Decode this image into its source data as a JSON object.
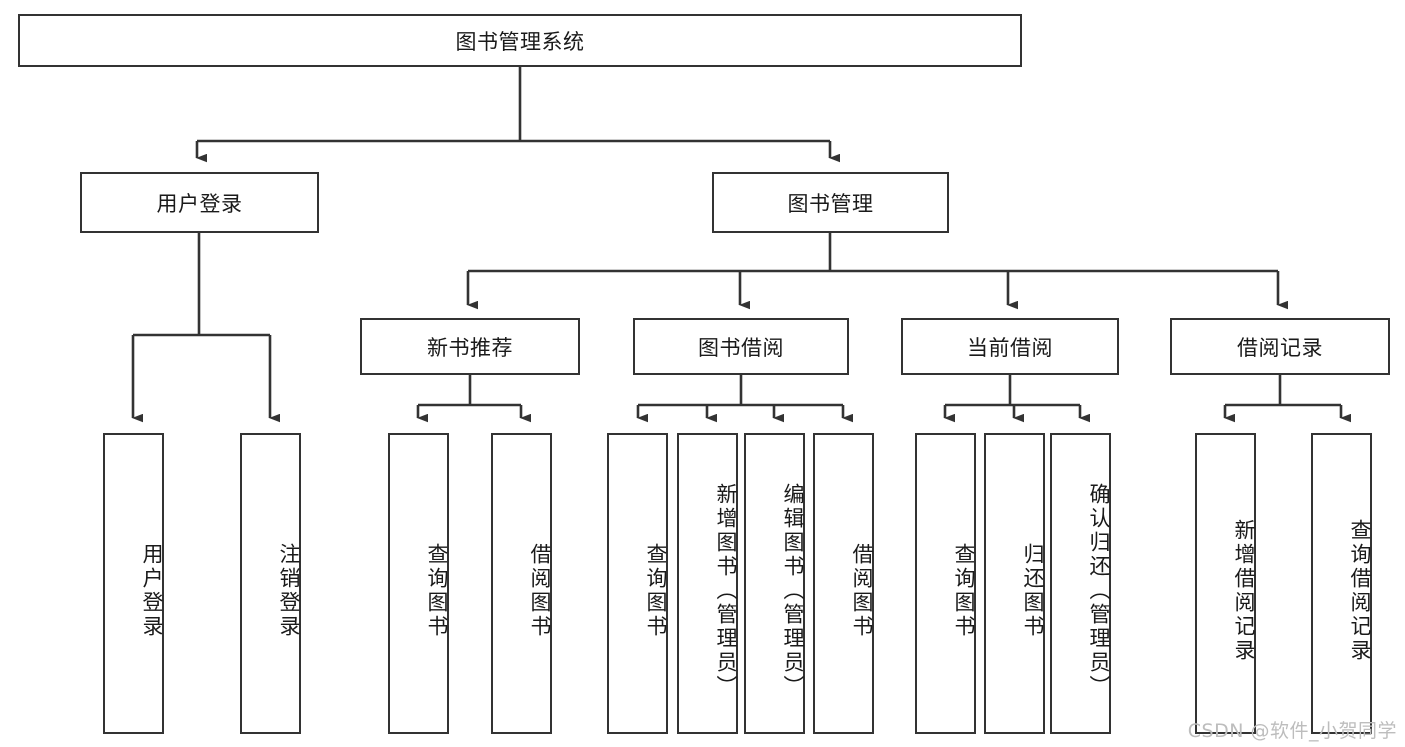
{
  "diagram": {
    "title": "图书管理系统",
    "type": "tree",
    "watermark": "CSDN @软件_小贺同学",
    "colors": {
      "stroke": "#333333",
      "fill": "#ffffff",
      "text": "#1a1a1a",
      "watermark": "#bdbdbd"
    },
    "nodes": {
      "root": {
        "label": "图书管理系统",
        "orientation": "horizontal"
      },
      "l1": [
        {
          "id": "user-login",
          "label": "用户登录",
          "orientation": "horizontal"
        },
        {
          "id": "book-manage",
          "label": "图书管理",
          "orientation": "horizontal"
        }
      ],
      "l2": [
        {
          "id": "new-book-rec",
          "label": "新书推荐",
          "orientation": "horizontal"
        },
        {
          "id": "book-borrow",
          "label": "图书借阅",
          "orientation": "horizontal"
        },
        {
          "id": "current-borrow",
          "label": "当前借阅",
          "orientation": "horizontal"
        },
        {
          "id": "borrow-record",
          "label": "借阅记录",
          "orientation": "horizontal"
        }
      ],
      "leaves": [
        {
          "id": "leaf-user-login",
          "label": "用户登录",
          "parent": "user-login",
          "orientation": "vertical"
        },
        {
          "id": "leaf-logout",
          "label": "注销登录",
          "parent": "user-login",
          "orientation": "vertical"
        },
        {
          "id": "leaf-query-book-1",
          "label": "查询图书",
          "parent": "new-book-rec",
          "orientation": "vertical"
        },
        {
          "id": "leaf-borrow-book-1",
          "label": "借阅图书",
          "parent": "new-book-rec",
          "orientation": "vertical"
        },
        {
          "id": "leaf-query-book-2",
          "label": "查询图书",
          "parent": "book-borrow",
          "orientation": "vertical"
        },
        {
          "id": "leaf-add-book",
          "label": "新增图书（管理员）",
          "parent": "book-borrow",
          "orientation": "vertical"
        },
        {
          "id": "leaf-edit-book",
          "label": "编辑图书（管理员）",
          "parent": "book-borrow",
          "orientation": "vertical"
        },
        {
          "id": "leaf-borrow-book-2",
          "label": "借阅图书",
          "parent": "book-borrow",
          "orientation": "vertical"
        },
        {
          "id": "leaf-query-book-3",
          "label": "查询图书",
          "parent": "current-borrow",
          "orientation": "vertical"
        },
        {
          "id": "leaf-return-book",
          "label": "归还图书",
          "parent": "current-borrow",
          "orientation": "vertical"
        },
        {
          "id": "leaf-confirm-return",
          "label": "确认归还（管理员）",
          "parent": "current-borrow",
          "orientation": "vertical"
        },
        {
          "id": "leaf-add-record",
          "label": "新增借阅记录",
          "parent": "borrow-record",
          "orientation": "vertical"
        },
        {
          "id": "leaf-query-record",
          "label": "查询借阅记录",
          "parent": "borrow-record",
          "orientation": "vertical"
        }
      ]
    }
  }
}
